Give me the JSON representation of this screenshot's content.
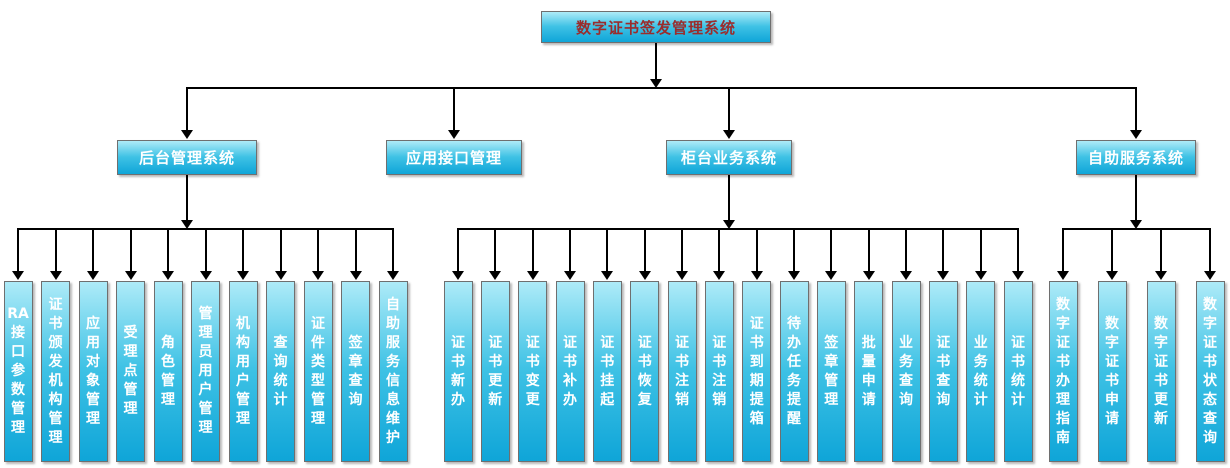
{
  "root": {
    "label": "数字证书签发管理系统"
  },
  "branches": [
    {
      "id": "backend",
      "label": "后台管理系统",
      "children": [
        "RA接口参数管理",
        "证书颁发机构管理",
        "应用对象管理",
        "受理点管理",
        "角色管理",
        "管理员用户管理",
        "机构用户管理",
        "查询统计",
        "证件类型管理",
        "签章查询",
        "自助服务信息维护"
      ]
    },
    {
      "id": "api",
      "label": "应用接口管理",
      "children": []
    },
    {
      "id": "counter",
      "label": "柜台业务系统",
      "children": [
        "证书新办",
        "证书更新",
        "证书变更",
        "证书补办",
        "证书挂起",
        "证书恢复",
        "证书注销",
        "证书注销",
        "证书到期提箱",
        "待办任务提醒",
        "签章管理",
        "批量申请",
        "业务查询",
        "证书查询",
        "业务统计",
        "证书统计"
      ]
    },
    {
      "id": "selfservice",
      "label": "自助服务系统",
      "children": [
        "数字证书办理指南",
        "数字证书申请",
        "数字证书更新",
        "数字证书状态查询"
      ]
    }
  ],
  "colors": {
    "box_gradient_top": "#aeebf8",
    "box_gradient_mid": "#3fc2e5",
    "box_gradient_bottom": "#0fa5d8",
    "box_border": "#6f6f6f",
    "root_text": "#9a2c2c",
    "node_text": "#ffffff",
    "connector_line": "#000000",
    "background": "#ffffff"
  }
}
